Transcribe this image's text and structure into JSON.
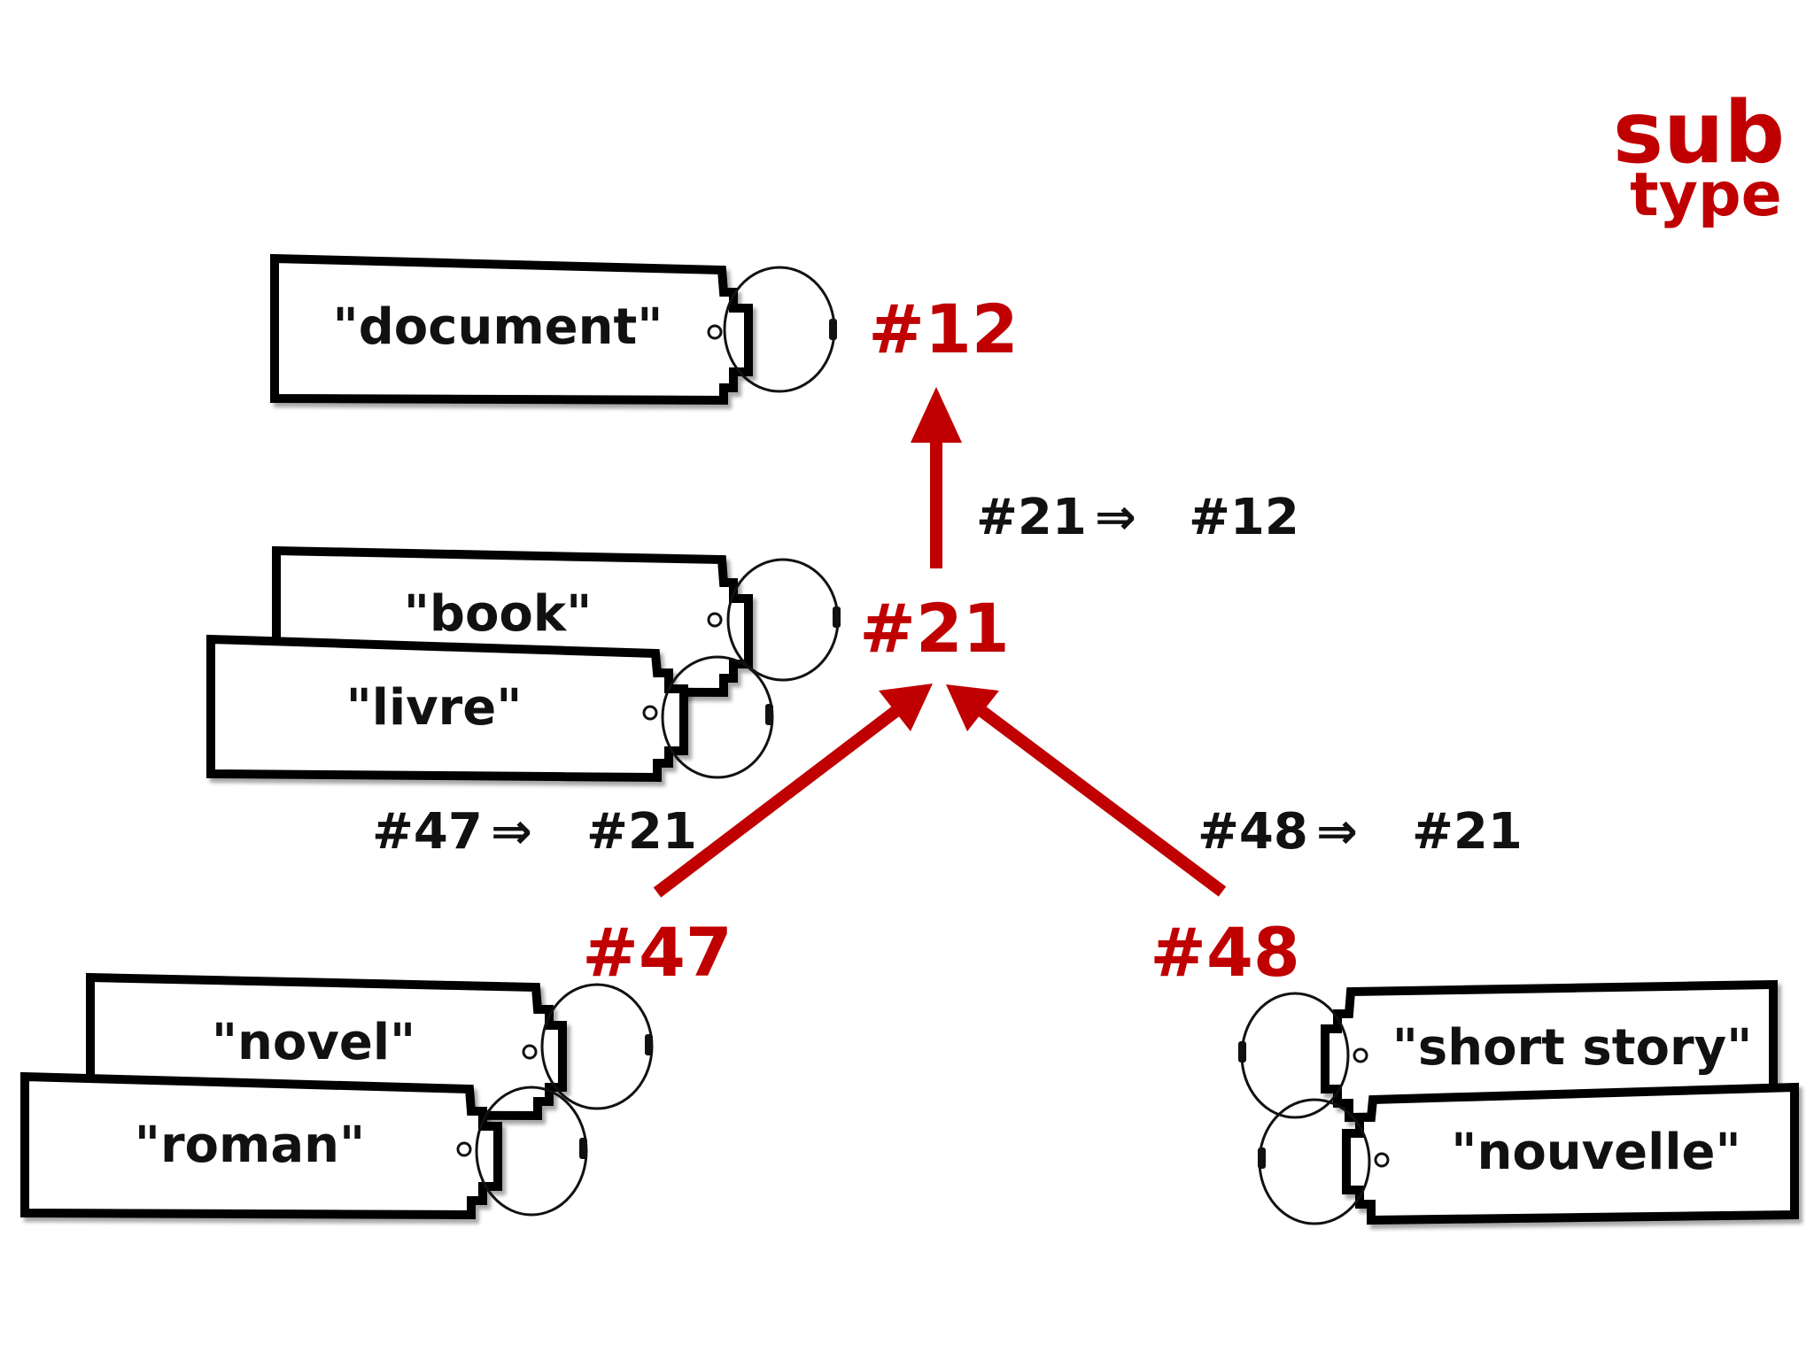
{
  "corner": {
    "line1": "sub",
    "line2": "type"
  },
  "nodes": {
    "n12": {
      "id": "#12",
      "tags": [
        "\"document\""
      ]
    },
    "n21": {
      "id": "#21",
      "tags": [
        "\"book\"",
        "\"livre\""
      ]
    },
    "n47": {
      "id": "#47",
      "tags": [
        "\"novel\"",
        "\"roman\""
      ]
    },
    "n48": {
      "id": "#48",
      "tags": [
        "\"short story\"",
        "\"nouvelle\""
      ]
    }
  },
  "relations": {
    "r21_12": {
      "from": "#21",
      "to": "#12"
    },
    "r47_21": {
      "from": "#47",
      "to": "#21"
    },
    "r48_21": {
      "from": "#48",
      "to": "#21"
    }
  },
  "arrow_symbol": "⇒",
  "colors": {
    "accent": "#c00000",
    "ink": "#111111"
  }
}
